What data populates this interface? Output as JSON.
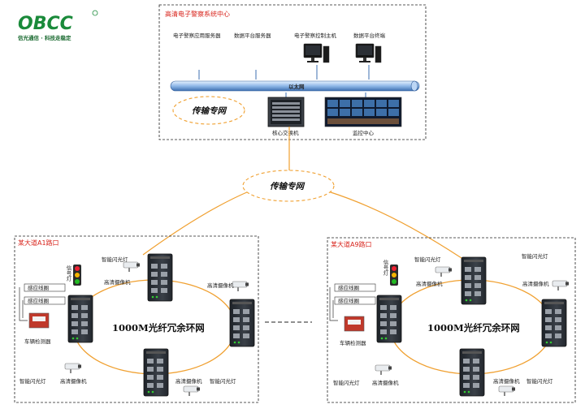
{
  "logo": {
    "brand": "OBCC",
    "slogan": "信光通信 · 科技走稳定"
  },
  "center": {
    "title": "高清电子警察系统中心",
    "servers": [
      "电子警察应用服务器",
      "数据平台服务器",
      "电子警察控制主机",
      "数据平台终端"
    ],
    "ethernet_label": "以太网",
    "core_switch_label": "核心交换机",
    "monitor_label": "监控中心",
    "private_net_label": "传输专网"
  },
  "backbone_label": "传输专网",
  "sites": [
    {
      "title": "某大道A1路口",
      "ring_label": "1000M光纤冗余环网",
      "signal_label": "信号灯",
      "coil_labels": [
        "感应线圈",
        "感应线圈"
      ],
      "detector_label": "车辆检测器",
      "flash_label": "智能闪光灯",
      "camera_label": "高清摄像机"
    },
    {
      "title": "某大道A9路口",
      "ring_label": "1000M光纤冗余环网",
      "signal_label": "信号灯",
      "coil_labels": [
        "感应线圈",
        "感应线圈"
      ],
      "detector_label": "车辆检测器",
      "flash_label": "智能闪光灯",
      "camera_label": "高清摄像机"
    }
  ],
  "colors": {
    "fiber": "#f0a030",
    "accent_red": "#d8241c",
    "logo_green": "#1a8a3a",
    "switch_body": "#2a2f36"
  }
}
